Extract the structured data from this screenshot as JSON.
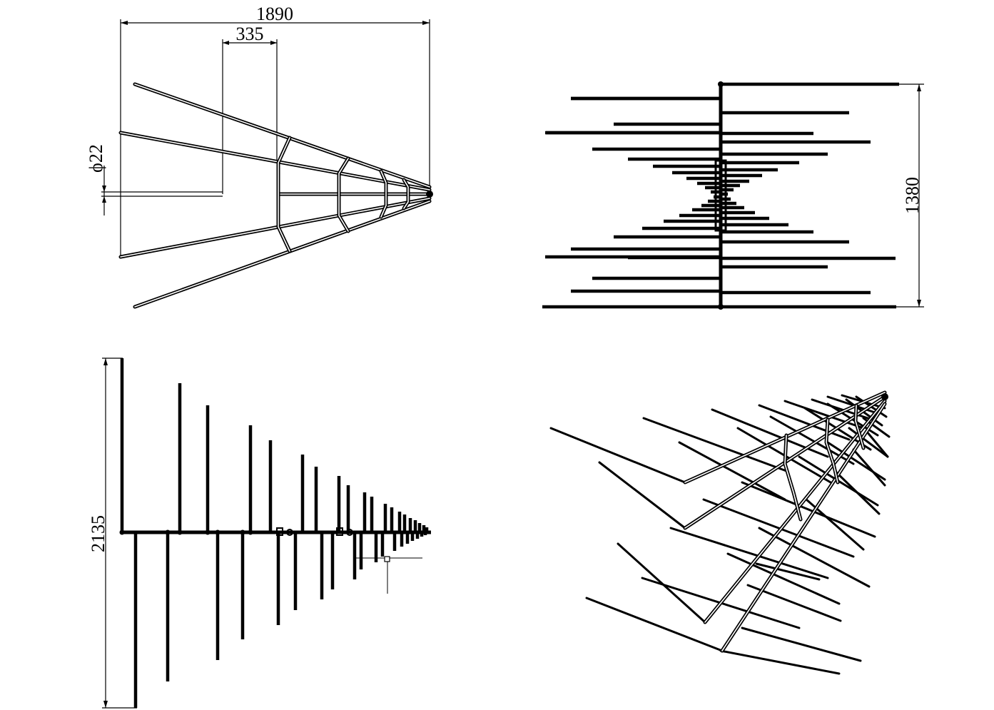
{
  "drawing": {
    "dims": {
      "overall_length": "1890",
      "spacing": "335",
      "tube_diameter": "ϕ22",
      "height": "1380",
      "width": "2135"
    }
  }
}
